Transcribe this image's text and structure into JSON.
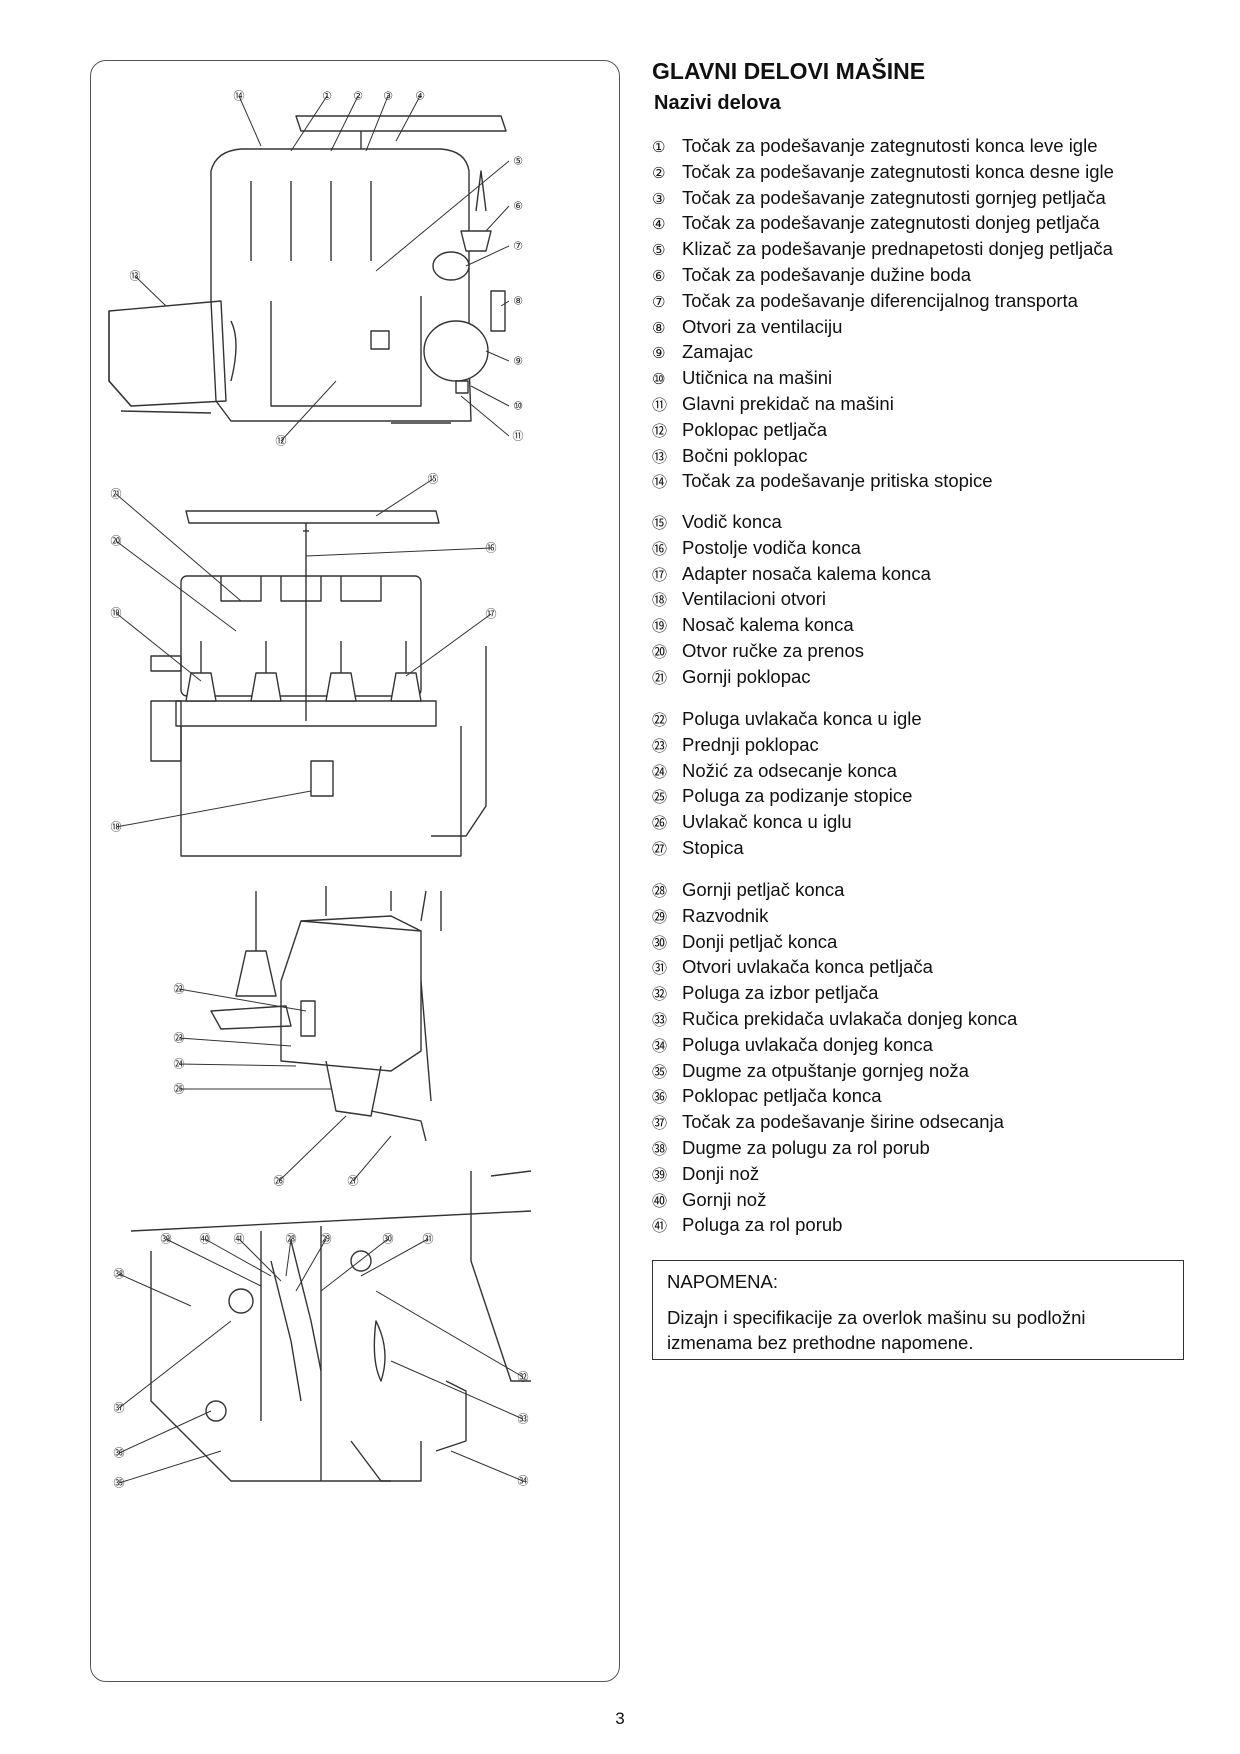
{
  "header": {
    "title": "GLAVNI DELOVI MAŠINE",
    "subtitle": "Nazivi delova"
  },
  "parts": [
    {
      "num": "①",
      "label": "Točak za podešavanje zategnutosti konca leve igle"
    },
    {
      "num": "②",
      "label": "Točak za podešavanje zategnutosti konca desne igle"
    },
    {
      "num": "③",
      "label": "Točak za podešavanje zategnutosti gornjeg petljača"
    },
    {
      "num": "④",
      "label": "Točak za podešavanje zategnutosti donjeg petljača"
    },
    {
      "num": "⑤",
      "label": "Klizač za podešavanje  prednapetosti donjeg petljača"
    },
    {
      "num": "⑥",
      "label": "Točak za podešavanje dužine boda"
    },
    {
      "num": "⑦",
      "label": "Točak za podešavanje diferencijalnog transporta"
    },
    {
      "num": "⑧",
      "label": "Otvori za ventilaciju"
    },
    {
      "num": "⑨",
      "label": "Zamajac"
    },
    {
      "num": "⑩",
      "label": "Utičnica na mašini"
    },
    {
      "num": "⑪",
      "label": "Glavni prekidač na mašini"
    },
    {
      "num": "⑫",
      "label": "Poklopac petljača"
    },
    {
      "num": "⑬",
      "label": "Bočni poklopac"
    },
    {
      "num": "⑭",
      "label": "Točak za podešavanje pritiska stopice"
    },
    {
      "num": "⑮",
      "label": "Vodič konca"
    },
    {
      "num": "⑯",
      "label": "Postolje vodiča konca"
    },
    {
      "num": "⑰",
      "label": "Adapter nosača kalema konca"
    },
    {
      "num": "⑱",
      "label": "Ventilacioni otvori"
    },
    {
      "num": "⑲",
      "label": "Nosač kalema konca"
    },
    {
      "num": "⑳",
      "label": "Otvor ručke za prenos"
    },
    {
      "num": "㉑",
      "label": "Gornji poklopac"
    },
    {
      "num": "㉒",
      "label": "Poluga uvlakača konca u igle"
    },
    {
      "num": "㉓",
      "label": "Prednji poklopac"
    },
    {
      "num": "㉔",
      "label": "Nožić za odsecanje konca"
    },
    {
      "num": "㉕",
      "label": "Poluga za podizanje stopice"
    },
    {
      "num": "㉖",
      "label": "Uvlakač konca u iglu"
    },
    {
      "num": "㉗",
      "label": "Stopica"
    },
    {
      "num": "㉘",
      "label": "Gornji petljač konca"
    },
    {
      "num": "㉙",
      "label": "Razvodnik"
    },
    {
      "num": "㉚",
      "label": "Donji petljač konca"
    },
    {
      "num": "㉛",
      "label": "Otvori uvlakača konca petljača"
    },
    {
      "num": "㉜",
      "label": "Poluga za izbor petljača"
    },
    {
      "num": "㉝",
      "label": "Ručica prekidača uvlakača donjeg konca"
    },
    {
      "num": "㉞",
      "label": "Poluga uvlakača donjeg konca"
    },
    {
      "num": "㉟",
      "label": "Dugme za otpuštanje gornjeg noža"
    },
    {
      "num": "㊱",
      "label": "Poklopac petljača konca"
    },
    {
      "num": "㊲",
      "label": "Točak za podešavanje širine odsecanja"
    },
    {
      "num": "㊳",
      "label": "Dugme za polugu za rol porub"
    },
    {
      "num": "㊴",
      "label": "Donji nož"
    },
    {
      "num": "㊵",
      "label": "Gornji nož"
    },
    {
      "num": "㊶",
      "label": "Poluga za rol porub"
    }
  ],
  "note": {
    "title": "NAPOMENA:",
    "text": "Dizajn i specifikacije za overlok mašinu su podložni izmenama bez prethodne napomene."
  },
  "page_number": "3",
  "callouts": [
    "⑭",
    "①",
    "②",
    "③",
    "④",
    "⑤",
    "⑥",
    "⑦",
    "⑧",
    "⑨",
    "⑩",
    "⑪",
    "⑫",
    "⑬",
    "⑮",
    "⑯",
    "⑰",
    "⑱",
    "⑲",
    "⑳",
    "㉑",
    "㉒",
    "㉓",
    "㉔",
    "㉕",
    "㉖",
    "㉗",
    "㊴",
    "㊵",
    "㊶",
    "㉘",
    "㉙",
    "㉚",
    "㉛",
    "㊳",
    "㉜",
    "㉝",
    "㉞",
    "㊲",
    "㊱",
    "㉟"
  ]
}
